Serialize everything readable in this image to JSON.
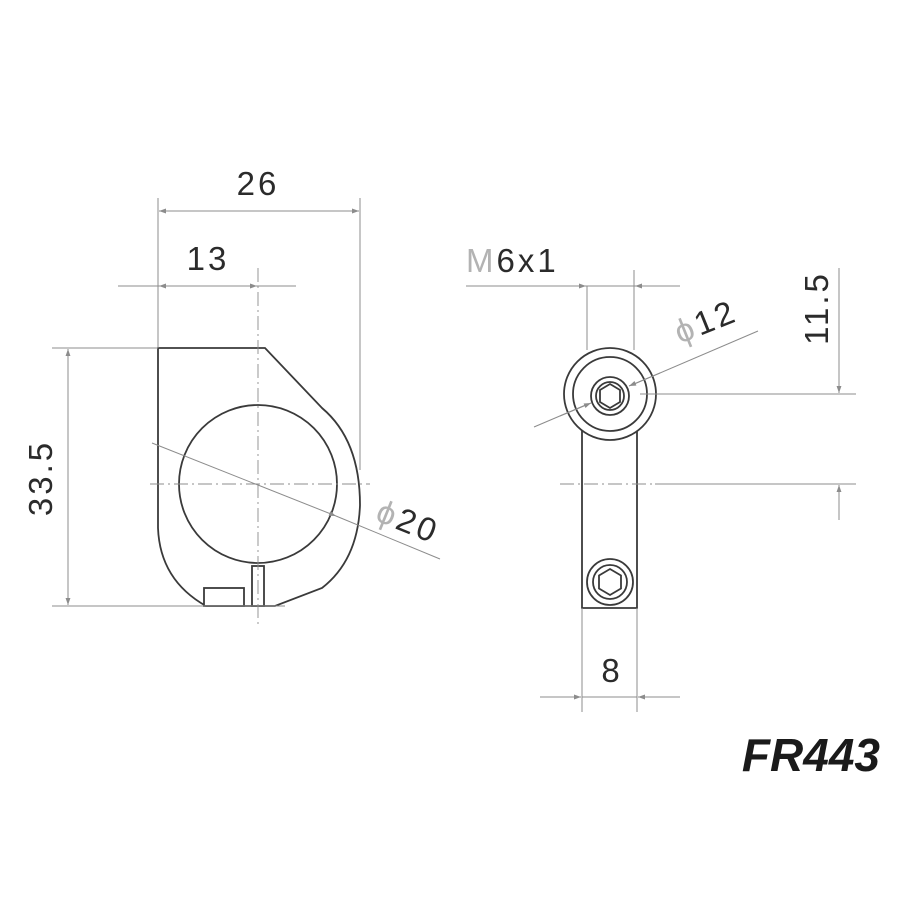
{
  "left_view": {
    "overall_width": "26",
    "half_width": "13",
    "height": "33.5",
    "bore_prefix": "ϕ",
    "bore_value": "20"
  },
  "right_view": {
    "thread_prefix": "M",
    "thread_value": "6x1",
    "boss_prefix": "ϕ",
    "boss_value": "12",
    "offset_height": "11.5",
    "arm_width": "8"
  },
  "part_code": "FR443"
}
